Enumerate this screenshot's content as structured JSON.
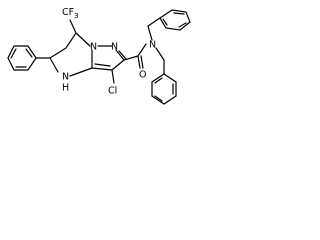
{
  "structure": {
    "labels": {
      "cf3": "CF",
      "cf3_sub": "3",
      "n_left": "N",
      "n_right": "N",
      "n_amide": "N",
      "nh": "N",
      "nh_h": "H",
      "o": "O",
      "cl": "Cl"
    }
  },
  "colors": {
    "ink": "#000000",
    "background": "#ffffff"
  }
}
